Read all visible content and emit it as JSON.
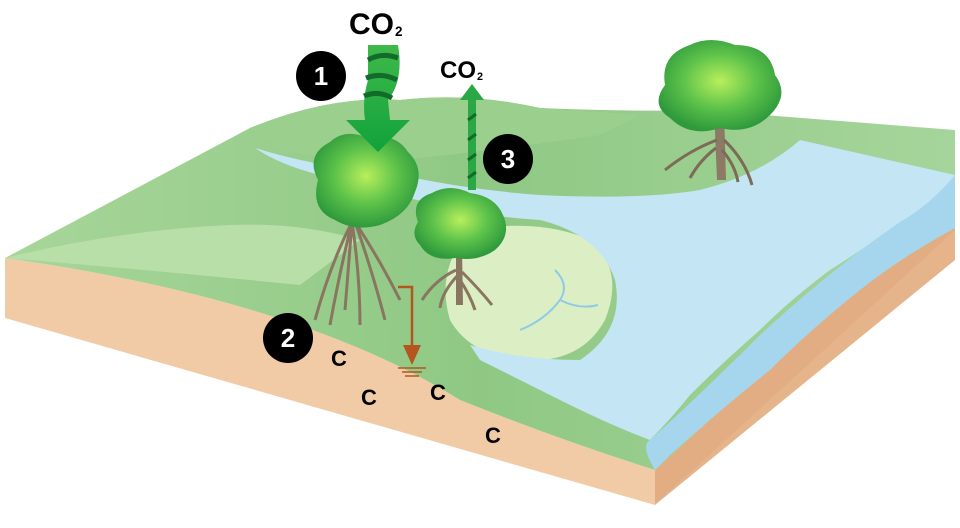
{
  "labels": {
    "co2_in": "CO",
    "co2_in_sub": "2",
    "co2_out": "CO",
    "co2_out_sub": "2"
  },
  "steps": [
    "1",
    "2",
    "3"
  ],
  "carbon_marks": [
    "C",
    "C",
    "C",
    "C"
  ],
  "colors": {
    "soil": "#f0c9a2",
    "soil_side": "#e7b98e",
    "land": "#9fcf92",
    "land_light": "#c9e6b9",
    "water": "#bfe3f3",
    "water_edge": "#8fcbe6",
    "canopy": "#49b34a",
    "canopy_light": "#9cdc5a",
    "trunk": "#8a7560",
    "arrow_green": "#1e9e3a",
    "root_arrow": "#b5561f"
  }
}
